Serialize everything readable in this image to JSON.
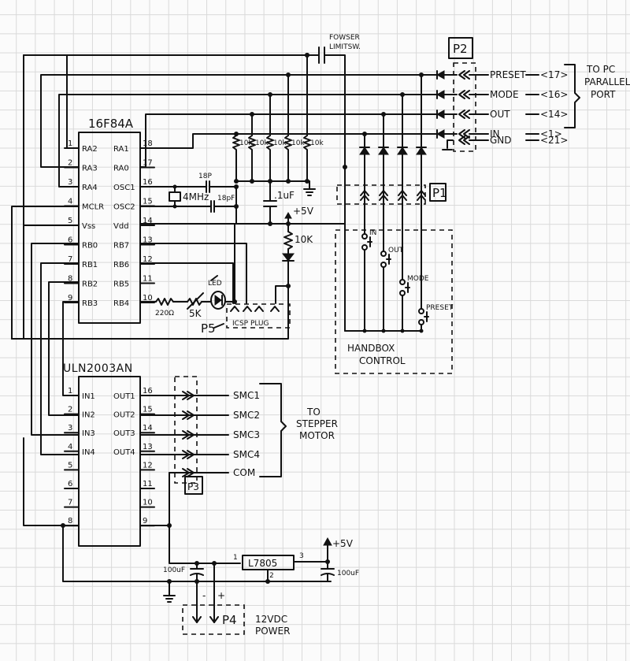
{
  "pic": {
    "title": "16F84A",
    "left_pins": [
      {
        "num": "1",
        "name": "RA2"
      },
      {
        "num": "2",
        "name": "RA3"
      },
      {
        "num": "3",
        "name": "RA4"
      },
      {
        "num": "4",
        "name": "MCLR"
      },
      {
        "num": "5",
        "name": "Vss"
      },
      {
        "num": "6",
        "name": "RB0"
      },
      {
        "num": "7",
        "name": "RB1"
      },
      {
        "num": "8",
        "name": "RB2"
      },
      {
        "num": "9",
        "name": "RB3"
      }
    ],
    "right_pins": [
      {
        "num": "18",
        "name": "RA1"
      },
      {
        "num": "17",
        "name": "RA0"
      },
      {
        "num": "16",
        "name": "OSC1"
      },
      {
        "num": "15",
        "name": "OSC2"
      },
      {
        "num": "14",
        "name": "Vdd"
      },
      {
        "num": "13",
        "name": "RB7"
      },
      {
        "num": "12",
        "name": "RB6"
      },
      {
        "num": "11",
        "name": "RB5"
      },
      {
        "num": "10",
        "name": "RB4"
      }
    ]
  },
  "uln": {
    "title": "ULN2003AN",
    "left_pins": [
      {
        "num": "1",
        "name": "IN1"
      },
      {
        "num": "2",
        "name": "IN2"
      },
      {
        "num": "3",
        "name": "IN3"
      },
      {
        "num": "4",
        "name": "IN4"
      },
      {
        "num": "5",
        "name": ""
      },
      {
        "num": "6",
        "name": ""
      },
      {
        "num": "7",
        "name": ""
      },
      {
        "num": "8",
        "name": ""
      }
    ],
    "right_pins": [
      {
        "num": "16",
        "name": "OUT1"
      },
      {
        "num": "15",
        "name": "OUT2"
      },
      {
        "num": "14",
        "name": "OUT3"
      },
      {
        "num": "13",
        "name": "OUT4"
      },
      {
        "num": "12",
        "name": ""
      },
      {
        "num": "11",
        "name": ""
      },
      {
        "num": "10",
        "name": ""
      },
      {
        "num": "9",
        "name": ""
      }
    ]
  },
  "components": {
    "resistor": "10k",
    "resistor_led": "10K",
    "cap_18p_top": "18P",
    "cap_18p_bottom": "18pF",
    "crystal": "4MHz",
    "cap_decouple": ".1uF",
    "plus5v": "+5V",
    "r220": "220Ω",
    "pot": "5K",
    "led": "LED",
    "regulator": "L7805",
    "reg_pins": [
      "1",
      "2",
      "3"
    ],
    "cap_in": "100uF",
    "cap_out": "100uF",
    "switch_label": [
      "FOWSER",
      "LIMITSW."
    ]
  },
  "connectors": {
    "p1": "P1",
    "p2": "P2",
    "p3": "P3",
    "p4": "P4",
    "p5": "P5",
    "icsp": "ICSP PLUG"
  },
  "parallel": {
    "signals": [
      {
        "name": "PRESET",
        "pin": "<17>"
      },
      {
        "name": "MODE",
        "pin": "<16>"
      },
      {
        "name": "OUT",
        "pin": "<14>"
      },
      {
        "name": "IN",
        "pin": "<1>"
      },
      {
        "name": "GND",
        "pin": "<21>"
      }
    ],
    "note": [
      "TO PC",
      "PARALLEL",
      "PORT"
    ]
  },
  "handbox": {
    "title": [
      "HANDBOX",
      "CONTROL"
    ],
    "switches": [
      "IN",
      "OUT",
      "MODE",
      "PRESET"
    ]
  },
  "stepper": {
    "signals": [
      "SMC1",
      "SMC2",
      "SMC3",
      "SMC4",
      "COM"
    ],
    "note": [
      "TO",
      "STEPPER",
      "MOTOR"
    ]
  },
  "power": {
    "note": [
      "12VDC",
      "POWER"
    ],
    "minus": "-",
    "plus": "+"
  }
}
